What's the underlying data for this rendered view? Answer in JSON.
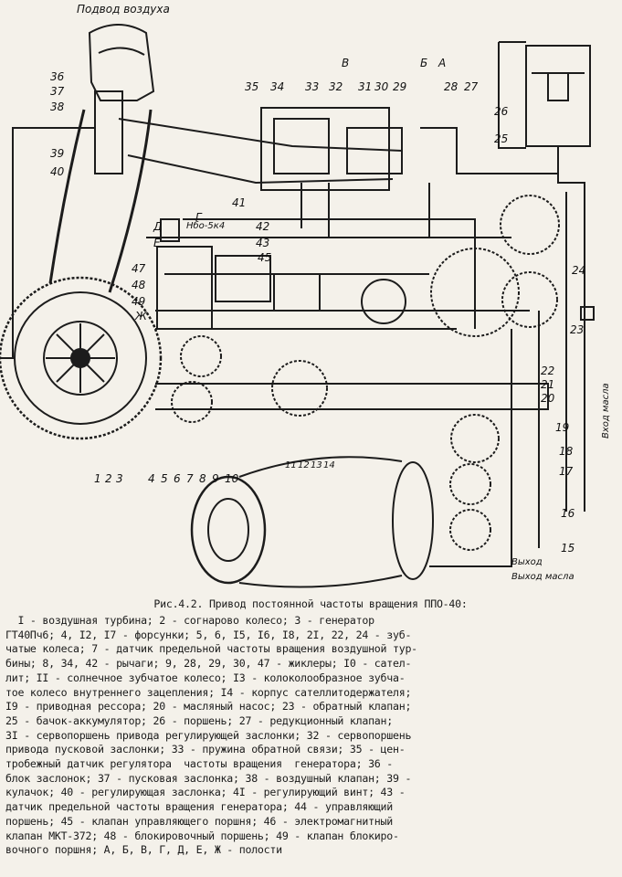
{
  "diagram": {
    "labels": {
      "air_inlet": "Подвод воздуха",
      "oil_inlet": "Вход масла",
      "oil_outlet": "Выход масла",
      "valve_code": "Нбо-5к4",
      "numbers": [
        "1",
        "2",
        "3",
        "4",
        "5",
        "6",
        "7",
        "8",
        "9",
        "10",
        "11",
        "12",
        "13",
        "14",
        "15",
        "16",
        "17",
        "18",
        "19",
        "20",
        "21",
        "22",
        "23",
        "24",
        "25",
        "26",
        "27",
        "28",
        "29",
        "30",
        "31",
        "32",
        "33",
        "34",
        "35",
        "36",
        "37",
        "38",
        "39",
        "40",
        "41",
        "42",
        "43",
        "45",
        "47",
        "48",
        "49"
      ],
      "letters": [
        "А",
        "Б",
        "В",
        "Г",
        "Д",
        "Е",
        "Ж"
      ]
    }
  },
  "caption": {
    "title": "Рис.4.2. Привод постоянной частоты вращения ППО-40:",
    "body": "  I - воздушная турбина; 2 - согнарово колесо; 3 - генератор\nГТ40Пч6; 4, I2, I7 - форсунки; 5, 6, I5, I6, I8, 2I, 22, 24 - зуб-\nчатые колеса; 7 - датчик предельной частоты вращения воздушной тур-\nбины; 8, 34, 42 - рычаги; 9, 28, 29, 30, 47 - жиклеры; I0 - сател-\nлит; II - солнечное зубчатое колесо; I3 - колоколообразное зубча-\nтое колесо внутреннего зацепления; I4 - корпус сателлитодержателя;\nI9 - приводная рессора; 20 - масляный насос; 23 - обратный клапан;\n25 - бачок-аккумулятор; 26 - поршень; 27 - редукционный клапан;\n3I - сервопоршень привода регулирующей заслонки; 32 - сервопоршень\nпривода пусковой заслонки; 33 - пружина обратной связи; 35 - цен-\nтробежный датчик регулятора  частоты вращения  генератора; 36 -\nблок заслонок; 37 - пусковая заслонка; 38 - воздушный клапан; 39 -\nкулачок; 40 - регулирующая заслонка; 4I - регулирующий винт; 43 -\nдатчик предельной частоты вращения генератора; 44 - управляющий\nпоршень; 45 - клапан управляющего поршня; 46 - электромагнитный\nклапан МКТ-372; 48 - блокировочный поршень; 49 - клапан блокиро-\nвочного поршня; А, Б, В, Г, Д, Е, Ж - полости"
  }
}
